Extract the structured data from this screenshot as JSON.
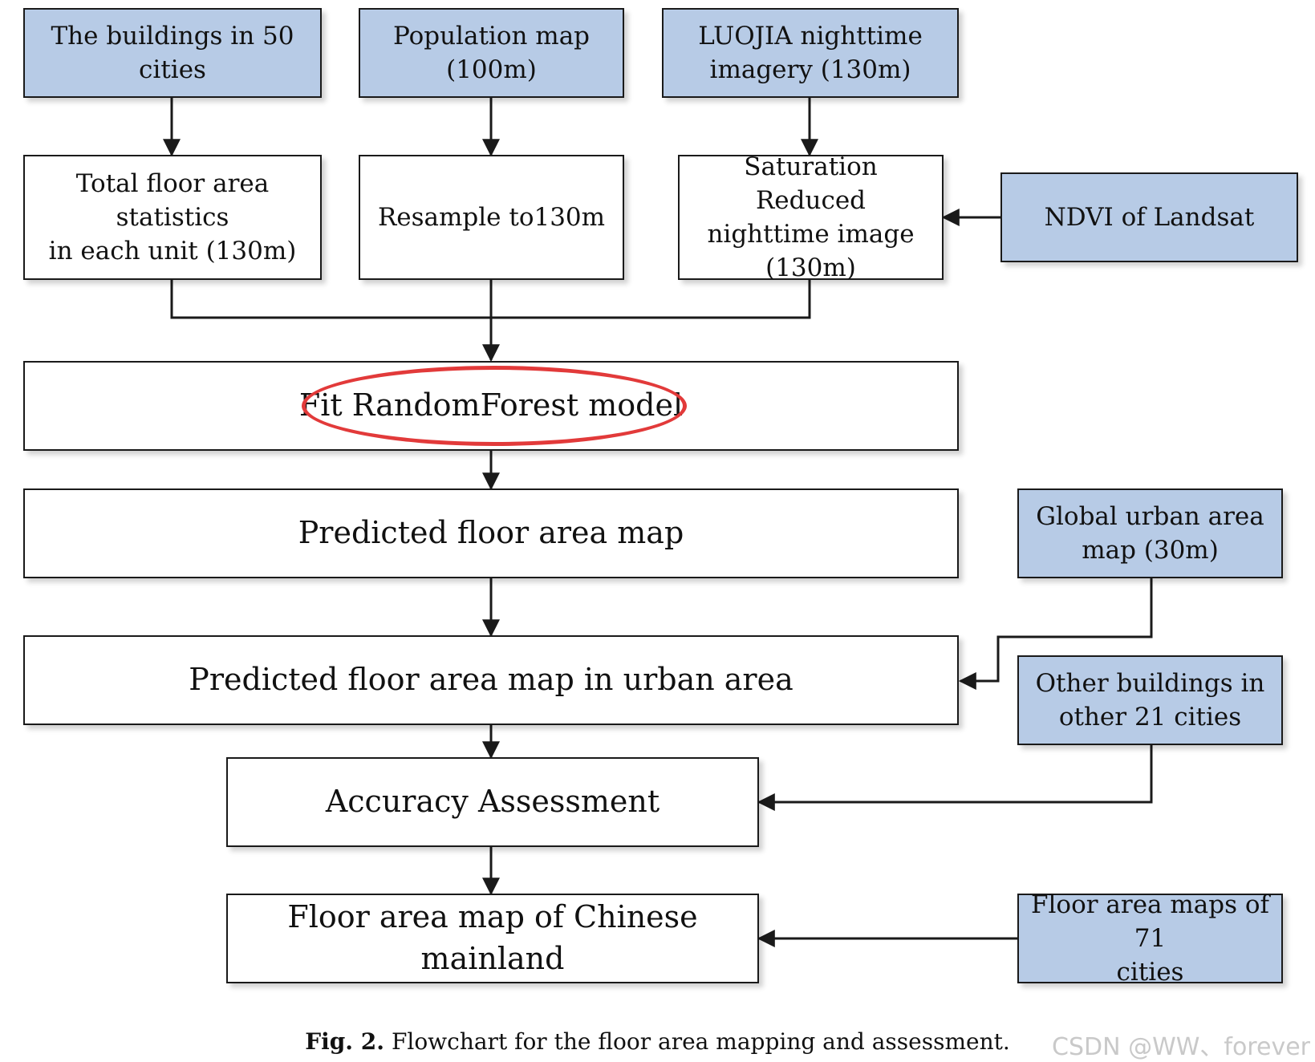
{
  "nodes": {
    "buildings_50": "The buildings in 50\ncities",
    "population_map": "Population map\n(100m)",
    "luojia": "LUOJIA nighttime\nimagery (130m)",
    "total_floor_area": "Total floor area statistics\nin each unit (130m)",
    "resample": "Resample to130m",
    "saturation_reduced": "Saturation Reduced\nnighttime image\n(130m)",
    "ndvi": "NDVI of Landsat",
    "fit_rf": "Fit RandomForest model",
    "predicted_map": "Predicted floor area map",
    "global_urban": "Global urban area\nmap (30m)",
    "predicted_urban": "Predicted floor area map in urban area",
    "other_buildings": "Other buildings in\nother 21 cities",
    "accuracy": "Accuracy Assessment",
    "floor_area_mainland": "Floor area map of Chinese mainland",
    "floor_area_71": "Floor area maps of 71\ncities"
  },
  "caption": {
    "label": "Fig. 2.",
    "text": "Flowchart for the floor area mapping and assessment."
  },
  "watermark": "CSDN @WW、forever",
  "colors": {
    "input_fill": "#b7cbe6",
    "highlight": "#e23a3a",
    "line": "#1a1a1a"
  }
}
